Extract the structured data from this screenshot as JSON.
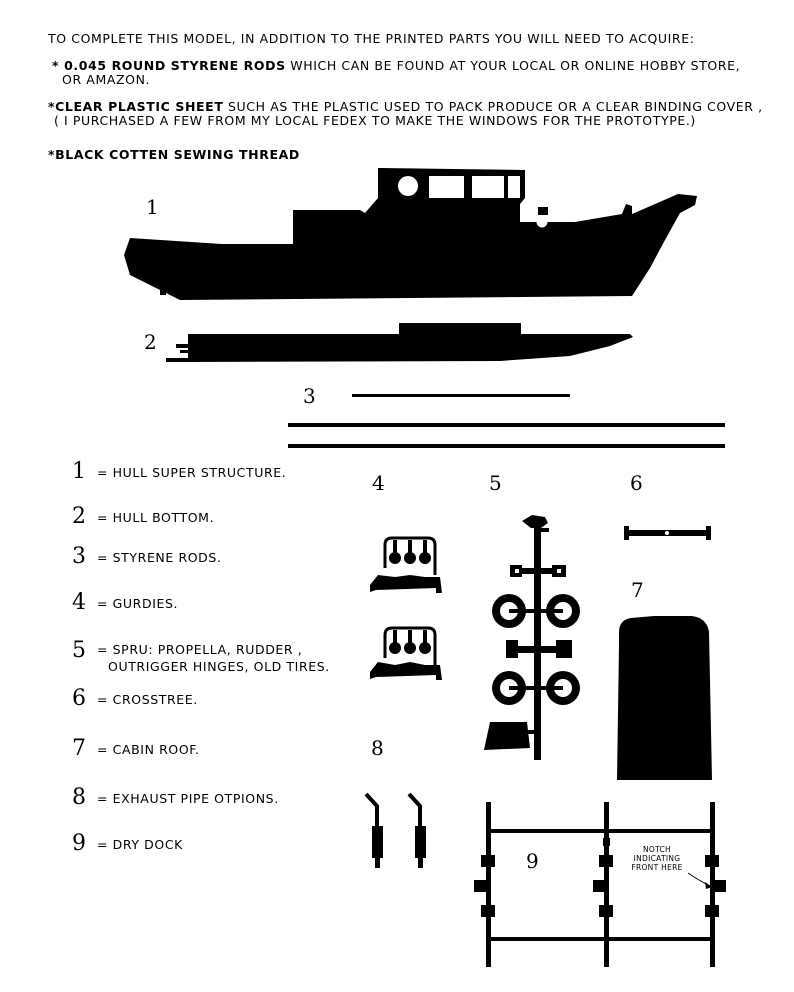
{
  "intro": {
    "line1": "TO COMPLETE THIS MODEL, IN ADDITION TO THE PRINTED PARTS  YOU WILL NEED TO ACQUIRE:",
    "item1_bold": "* 0.045 ROUND STYRENE RODS",
    "item1_rest": " WHICH CAN BE FOUND AT YOUR LOCAL  OR ONLINE HOBBY STORE,",
    "item1_line2": "OR AMAZON.",
    "item2_bold": "*CLEAR PLASTIC SHEET",
    "item2_rest": " SUCH AS THE PLASTIC USED TO PACK PRODUCE OR A CLEAR BINDING COVER ,",
    "item2_line2": "( I PURCHASED A FEW FROM MY LOCAL FEDEX TO MAKE THE WINDOWS FOR THE PROTOTYPE.)",
    "item3": "*BLACK COTTEN SEWING THREAD"
  },
  "part_numbers": {
    "p1": "1",
    "p2": "2",
    "p3": "3",
    "p4": "4",
    "p5": "5",
    "p6": "6",
    "p7": "7",
    "p8": "8",
    "p9": "9"
  },
  "legend": [
    {
      "num": "1",
      "text": "= HULL SUPER STRUCTURE."
    },
    {
      "num": "2",
      "text": "= HULL BOTTOM."
    },
    {
      "num": "3",
      "text": "= STYRENE RODS."
    },
    {
      "num": "4",
      "text": "= GURDIES."
    },
    {
      "num": "5",
      "text": "= SPRU: PROPELLA, RUDDER ,",
      "text2": "OUTRIGGER HINGES, OLD TIRES."
    },
    {
      "num": "6",
      "text": "= CROSSTREE."
    },
    {
      "num": "7",
      "text": "= CABIN ROOF."
    },
    {
      "num": "8",
      "text": "= EXHAUST PIPE OTPIONS."
    },
    {
      "num": "9",
      "text": "= DRY DOCK"
    }
  ],
  "notch": {
    "line1": "NOTCH",
    "line2": "INDICATING",
    "line3": "FRONT HERE"
  }
}
